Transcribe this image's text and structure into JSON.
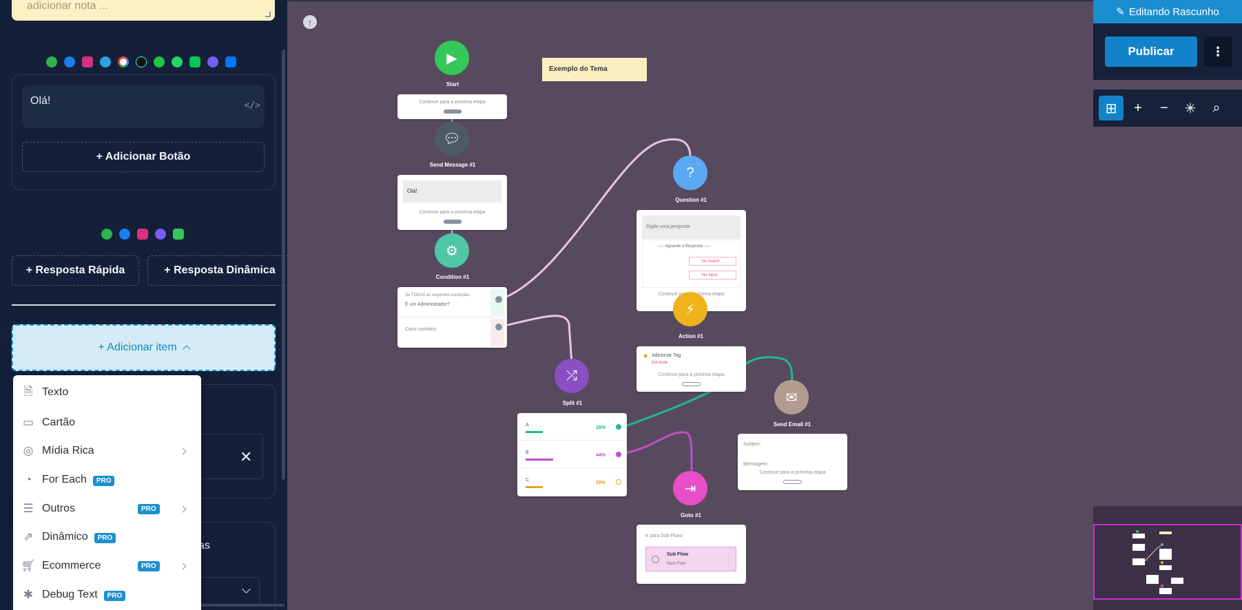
{
  "sidebar": {
    "note_placeholder": "adicionar nota ...",
    "message_text": "Olá!",
    "add_button_label": "+ Adicionar Botão",
    "quick_reply_label": "+ Resposta Rápida",
    "dynamic_reply_label": "+ Resposta Dinâmica",
    "add_item_label": "+ Adicionar item",
    "partial_text": "as",
    "channel_icons_top": [
      "wechat-icon",
      "messenger-icon",
      "instagram-icon",
      "telegram-icon",
      "google-icon",
      "tiktok-icon",
      "wechat-green-icon",
      "whatsapp-icon",
      "line-icon",
      "viber-icon",
      "vk-icon"
    ],
    "channel_icons_bottom": [
      "wechat-icon",
      "messenger-icon",
      "instagram-icon",
      "viber-icon",
      "imessage-icon"
    ]
  },
  "menu": {
    "pro_badge": "PRO",
    "items": [
      {
        "label": "Texto",
        "icon": "document-icon",
        "pro": false,
        "submenu": false
      },
      {
        "label": "Cartão",
        "icon": "card-icon",
        "pro": false,
        "submenu": false
      },
      {
        "label": "Mídia Rica",
        "icon": "image-icon",
        "pro": false,
        "submenu": true
      },
      {
        "label": "For Each",
        "icon": "pie-icon",
        "pro": true,
        "submenu": false
      },
      {
        "label": "Outros",
        "icon": "list-icon",
        "pro": true,
        "submenu": true
      },
      {
        "label": "Dinâmico",
        "icon": "external-icon",
        "pro": true,
        "submenu": false
      },
      {
        "label": "Ecommerce",
        "icon": "cart-icon",
        "pro": true,
        "submenu": true
      },
      {
        "label": "Debug Text",
        "icon": "bug-icon",
        "pro": true,
        "submenu": false
      }
    ]
  },
  "canvas": {
    "theme_note": "Exemplo do Tema",
    "continue_text": "Continue para a próxima etapa",
    "nodes": {
      "start": {
        "label": "Start"
      },
      "send_message": {
        "label": "Send Message #1",
        "text": "Olá!"
      },
      "condition": {
        "label": "Condition #1",
        "rule_title": "Se TODAS as seguintes condições",
        "rule": "É um Administrador?",
        "else": "Caso contrário"
      },
      "question": {
        "label": "Question #1",
        "placeholder": "Digite uma pergunta",
        "waiting": "----- Aguarde a Resposta -----",
        "no_match": "No match",
        "no_input": "No input",
        "footer": "Continue para a próxima etapa"
      },
      "action": {
        "label": "Action #1",
        "action_title": "Adicionar Tag",
        "tag": "bot-teste"
      },
      "split": {
        "label": "Split #1",
        "rows": [
          {
            "name": "A",
            "pct": "28%",
            "color": "#1fb894",
            "fill": 0.28
          },
          {
            "name": "B",
            "pct": "44%",
            "color": "#c04fc9",
            "fill": 0.44
          },
          {
            "name": "C",
            "pct": "28%",
            "color": "#e0a526",
            "fill": 0.28
          }
        ]
      },
      "send_email": {
        "label": "Send Email #1",
        "subject": "Subject:",
        "message": "Mensagem:"
      },
      "goto": {
        "label": "Goto #1",
        "title": "Ir para Sub Fluxo",
        "flow_name": "Sub Flow",
        "flow_sub": "Main Flow"
      }
    }
  },
  "header": {
    "editing_label": "Editando Rascunho",
    "publish_label": "Publicar"
  },
  "toolbar": {
    "icons": [
      "folder-plus-icon",
      "zoom-in-icon",
      "zoom-out-icon",
      "auto-layout-icon",
      "search-icon"
    ]
  },
  "colors": {
    "canvas_bg": "#584a5e",
    "sidebar_bg": "#14203a",
    "accent": "#1283c9",
    "start": "#34c759",
    "message": "#4d5a66",
    "condition": "#4fc7a4",
    "question": "#5aa9f2",
    "action": "#f0b21b",
    "split": "#8a4fc3",
    "email": "#b39b92",
    "goto": "#e64fc8"
  }
}
